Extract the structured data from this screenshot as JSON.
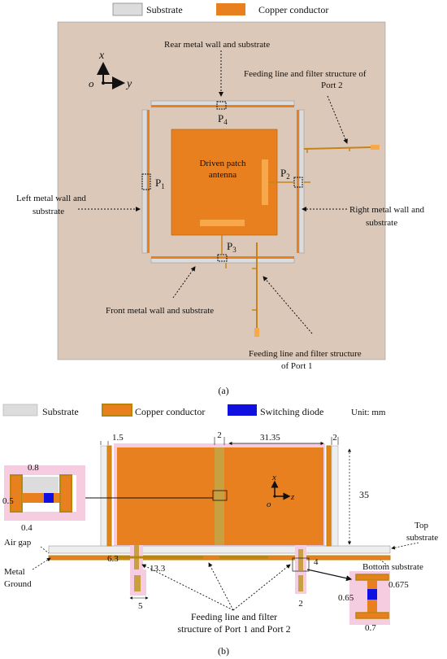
{
  "legend_a": {
    "substrate": "Substrate",
    "copper": "Copper conductor"
  },
  "panel_a": {
    "axis_x": "x",
    "axis_y": "y",
    "axis_o": "o",
    "rear_wall": "Rear metal wall and substrate",
    "port2_feed_line1": "Feeding line and filter structure of",
    "port2_feed_line2": "Port 2",
    "left_wall_line1": "Left metal wall and",
    "left_wall_line2": "substrate",
    "right_wall_line1": "Right metal wall and",
    "right_wall_line2": "substrate",
    "front_wall": "Front metal wall and substrate",
    "port1_feed_line1": "Feeding line and filter structure",
    "port1_feed_line2": "of Port 1",
    "patch_line1": "Driven patch",
    "patch_line2": "antenna",
    "p1": "P",
    "p1_sub": "1",
    "p2": "P",
    "p2_sub": "2",
    "p3": "P",
    "p3_sub": "3",
    "p4": "P",
    "p4_sub": "4",
    "caption": "(a)"
  },
  "legend_b": {
    "substrate": "Substrate",
    "copper": "Copper conductor",
    "diode": "Switching diode",
    "unit": "Unit: mm"
  },
  "panel_b": {
    "dim_1_5": "1.5",
    "dim_2_top": "2",
    "dim_31_35": "31.35",
    "dim_2_right": "2",
    "dim_35": "35",
    "dim_0_8": "0.8",
    "dim_0_5": "0.5",
    "dim_0_4": "0.4",
    "axis_x": "x",
    "axis_z": "z",
    "axis_o": "o",
    "top_substrate_line1": "Top",
    "top_substrate_line2": "substrate",
    "air_gap": "Air gap",
    "metal_ground_line1": "Metal",
    "metal_ground_line2": "Ground",
    "dim_6_3": "6.3",
    "dim_13_3": "13.3",
    "dim_5": "5",
    "dim_4": "4",
    "dim_2_bottom": "2",
    "bottom_substrate": "Bottom substrate",
    "dim_0_675": "0.675",
    "dim_0_65": "0.65",
    "dim_0_7": "0.7",
    "feed_line1": "Feeding line and filter",
    "feed_line2": "structure of Port 1 and Port 2",
    "caption": "(b)"
  },
  "colors": {
    "substrate": "#dcdcdc",
    "copper": "#e8801f",
    "copper_dark": "#b8860b",
    "background_a": "#dcc8b8",
    "diode": "#1010e0",
    "pink": "#f6cce0"
  }
}
